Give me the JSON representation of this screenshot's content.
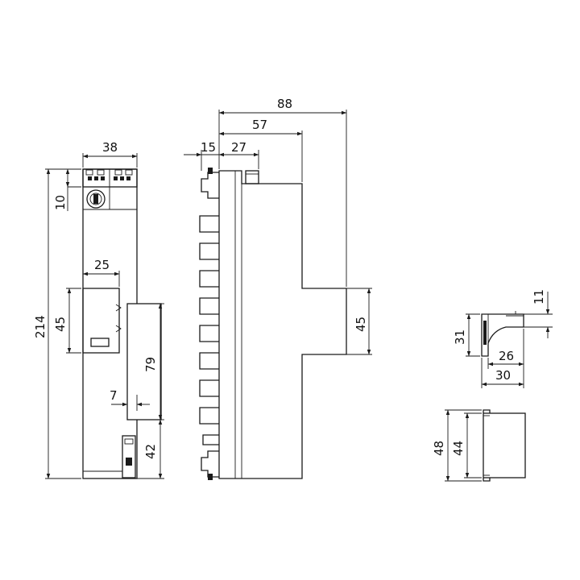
{
  "dimensions": {
    "front_width": "38",
    "front_top_offset": "10",
    "front_height": "214",
    "front_window_width": "25",
    "front_window_height": "45",
    "front_module_height": "79",
    "front_module_offset": "7",
    "front_bottom": "42",
    "side_total_depth": "88",
    "side_mid_depth": "57",
    "side_clip": "15",
    "side_top": "27",
    "side_rail_height": "45",
    "clip_height": "11",
    "bracket_height": "31",
    "bracket_depth_inner": "26",
    "bracket_depth_outer": "30",
    "cover_outer_height": "48",
    "cover_inner_height": "44"
  }
}
